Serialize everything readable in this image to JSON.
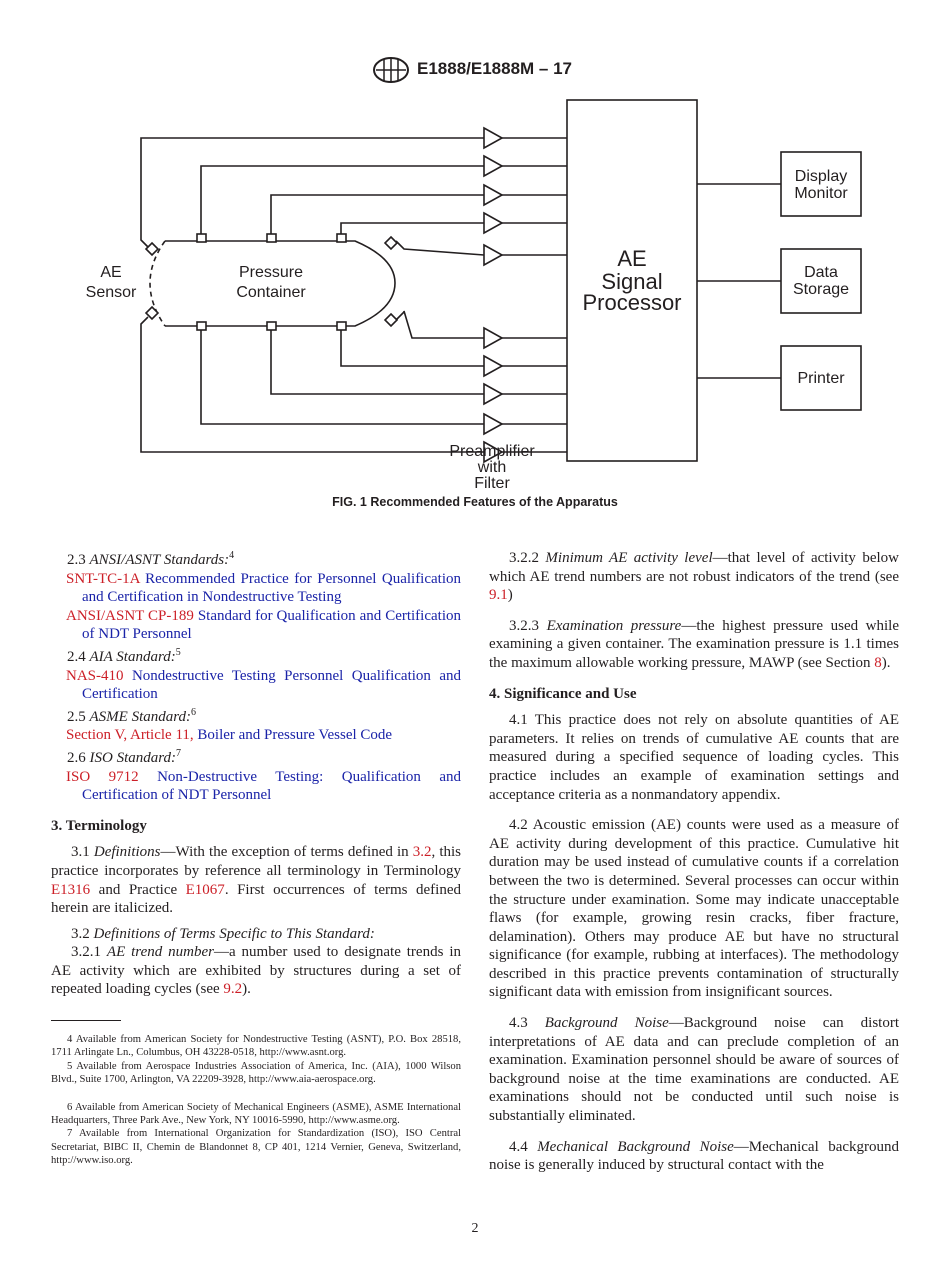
{
  "header": {
    "designation": "E1888/E1888M – 17"
  },
  "figure": {
    "labels": {
      "ae_sensor_1": "AE",
      "ae_sensor_2": "Sensor",
      "container_1": "Pressure",
      "container_2": "Container",
      "processor_1": "AE",
      "processor_2": "Signal",
      "processor_3": "Processor",
      "display_1": "Display",
      "display_2": "Monitor",
      "data_1": "Data",
      "data_2": "Storage",
      "printer": "Printer",
      "preamp_1": "Preamplifier",
      "preamp_2": "with",
      "preamp_3": "Filter"
    },
    "caption": "FIG. 1 Recommended Features of the Apparatus"
  },
  "left": {
    "s23_num": "2.3",
    "s23_title": "ANSI/ASNT Standards:",
    "s23_sup": "4",
    "snt_code": "SNT-TC-1A",
    "snt_title": "Recommended Practice for Personnel Qualification and Certification in Nondestructive Testing",
    "cp189_code": "ANSI/ASNT CP-189",
    "cp189_title": "Standard for Qualification and Certification of NDT Personnel",
    "s24_num": "2.4",
    "s24_title": "AIA Standard:",
    "s24_sup": "5",
    "nas_code": "NAS-410",
    "nas_title": "Nondestructive Testing Personnel Qualification and Certification",
    "s25_num": "2.5",
    "s25_title": "ASME Standard:",
    "s25_sup": "6",
    "asme_code": "Section V, Article 11,",
    "asme_title": "Boiler and Pressure Vessel Code",
    "s26_num": "2.6",
    "s26_title": "ISO Standard:",
    "s26_sup": "7",
    "iso_code": "ISO 9712",
    "iso_title": "Non-Destructive Testing: Qualification and Certification of NDT Personnel",
    "s3_heading": "3. Terminology",
    "p31_num": "3.1",
    "p31_term": "Definitions",
    "p31_a": "—With the exception of terms defined in",
    "p31_ref1": "3.2",
    "p31_b": ", this practice incorporates by reference all terminology in Terminology",
    "p31_ref2": "E1316",
    "p31_c": "and Practice",
    "p31_ref3": "E1067",
    "p31_d": ". First occurrences of terms defined herein are italicized.",
    "p32_num": "3.2",
    "p32_term": "Definitions of Terms Specific to This Standard:",
    "p321_num": "3.2.1",
    "p321_term": "AE trend number",
    "p321_a": "—a number used to designate trends in AE activity which are exhibited by structures during a set of repeated loading cycles (see",
    "p321_ref": "9.2",
    "p321_b": ")."
  },
  "right": {
    "p322_num": "3.2.2",
    "p322_term": "Minimum AE activity level",
    "p322_a": "—that level of activity below which AE trend numbers are not robust indicators of the trend (see",
    "p322_ref": "9.1",
    "p322_b": ")",
    "p323_num": "3.2.3",
    "p323_term": "Examination pressure",
    "p323_a": "—the highest pressure used while examining a given container. The examination pressure is 1.1 times the maximum allowable working pressure, MAWP (see Section",
    "p323_ref": "8",
    "p323_b": ").",
    "s4_heading": "4. Significance and Use",
    "p41": "4.1 This practice does not rely on absolute quantities of AE parameters. It relies on trends of cumulative AE counts that are measured during a specified sequence of loading cycles. This practice includes an example of examination settings and acceptance criteria as a nonmandatory appendix.",
    "p42": "4.2 Acoustic emission (AE) counts were used as a measure of AE activity during development of this practice. Cumulative hit duration may be used instead of cumulative counts if a correlation between the two is determined. Several processes can occur within the structure under examination. Some may indicate unacceptable flaws (for example, growing resin cracks, fiber fracture, delamination). Others may produce AE but have no structural significance (for example, rubbing at interfaces). The methodology described in this practice prevents contamination of structurally significant data with emission from insignificant sources.",
    "p43_num": "4.3",
    "p43_term": "Background Noise",
    "p43_a": "—Background noise can distort interpretations of AE data and can preclude completion of an examination. Examination personnel should be aware of sources of background noise at the time examinations are conducted. AE examinations should not be conducted until such noise is substantially eliminated.",
    "p44_num": "4.4",
    "p44_term": "Mechanical Background Noise",
    "p44_a": "—Mechanical background noise is generally induced by structural contact with the"
  },
  "footnotes": {
    "fn4": "4 Available from American Society for Nondestructive Testing (ASNT), P.O. Box 28518, 1711 Arlingate Ln., Columbus, OH 43228-0518, http://www.asnt.org.",
    "fn5": "5 Available from Aerospace Industries Association of America, Inc. (AIA), 1000 Wilson Blvd., Suite 1700, Arlington, VA 22209-3928, http://www.aia-aerospace.org.",
    "fn6": "6 Available from American Society of Mechanical Engineers (ASME), ASME International Headquarters, Three Park Ave., New York, NY 10016-5990, http://www.asme.org.",
    "fn7": "7 Available from International Organization for Standardization (ISO), ISO Central Secretariat, BIBC II, Chemin de Blandonnet 8, CP 401, 1214 Vernier, Geneva, Switzerland, http://www.iso.org."
  },
  "page_number": "2"
}
